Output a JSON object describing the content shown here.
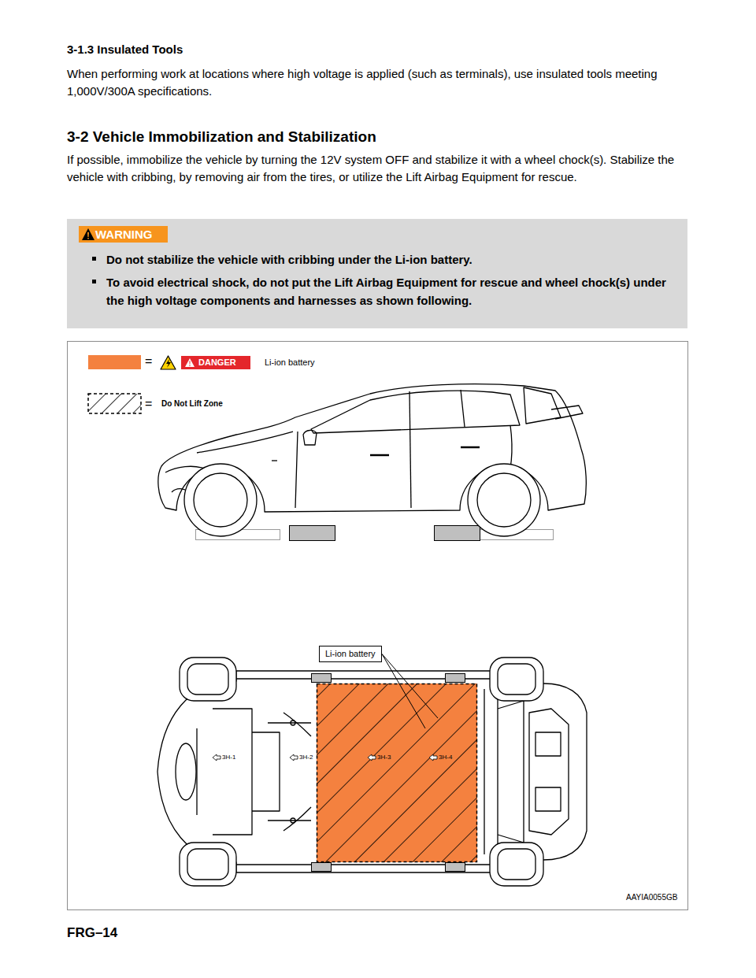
{
  "diagram": {
    "nodes": [
      {
        "text": [
          "Do not stabilize the vehicle with cribbing under the Li-ion battery.",
          "To avoid electrical shock, do not put the Lift Airbag Equipment for rescue and wheel chock(s) under the high voltage components and harnesses as shown following."
        ]
      },
      {
        "text": [
          "WARNING"
        ],
        "in": 0
      },
      {
        "text": [
          "DANGER"
        ]
      },
      {
        "text": [
          "Li-ion battery"
        ]
      }
    ],
    "labels": [
      "3-1.3 Insulated Tools",
      "When performing work at locations where high voltage is applied (such as terminals), use insulated tools meeting 1,000V/300A specifications.",
      "3-2 Vehicle Immobilization and Stabilization",
      "If possible, immobilize the vehicle by turning the 12V system OFF and stabilize it with a wheel chock(s). Stabilize the vehicle with cribbing, by removing air from the tires, or utilize the Lift Airbag Equipment for rescue.",
      "=",
      "=",
      "3H-1",
      "3H-2",
      "3H-3",
      "3H-4",
      "AAYIA0055GB",
      "FRG–14"
    ],
    "legend": [
      {
        "text": "Li-ion battery",
        "color": "#f4813f"
      },
      {
        "text": "Do Not Lift Zone"
      }
    ]
  }
}
